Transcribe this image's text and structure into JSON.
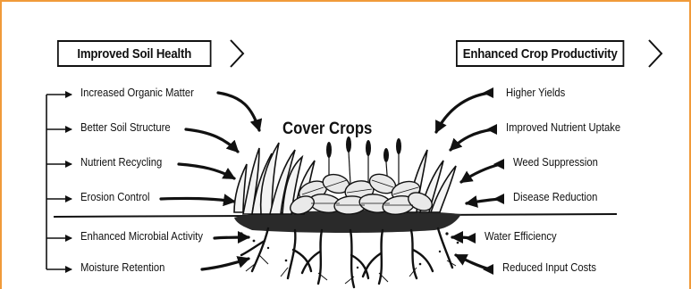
{
  "diagram": {
    "center_title": "Cover Crops",
    "left_header": "Improved Soil Health",
    "right_header": "Enhanced Crop Productivity",
    "left_benefits": [
      "Increased Organic Matter",
      "Better Soil Structure",
      "Nutrient Recycling",
      "Erosion Control",
      "Enhanced Microbial Activity",
      "Moisture Retention"
    ],
    "right_benefits": [
      "Higher Yields",
      "Improved Nutrient Uptake",
      "Weed Suppression",
      "Disease Reduction",
      "Water Efficiency",
      "Reduced Input Costs"
    ]
  },
  "colors": {
    "frame": "#f09a3a",
    "ink": "#111111"
  }
}
